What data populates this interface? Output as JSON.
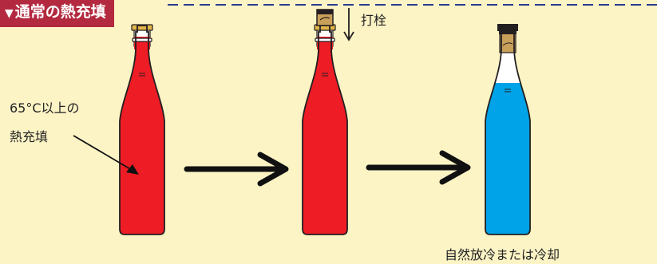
{
  "title": "通常の熱充填",
  "title_marker": "▼",
  "labels": {
    "fill_line1": "65°C以上の",
    "fill_line2": "熱充填",
    "cap": "打栓",
    "cool": "自然放冷または冷却"
  },
  "colors": {
    "background": "#fdf4c6",
    "title_bg": "#b3293f",
    "dash": "#2a3a8c",
    "hot_liquid": "#ee1c25",
    "cool_liquid": "#00a3e8",
    "bottle_outline": "#231f20",
    "arrow": "#111111",
    "cork": "#c9a05a"
  }
}
